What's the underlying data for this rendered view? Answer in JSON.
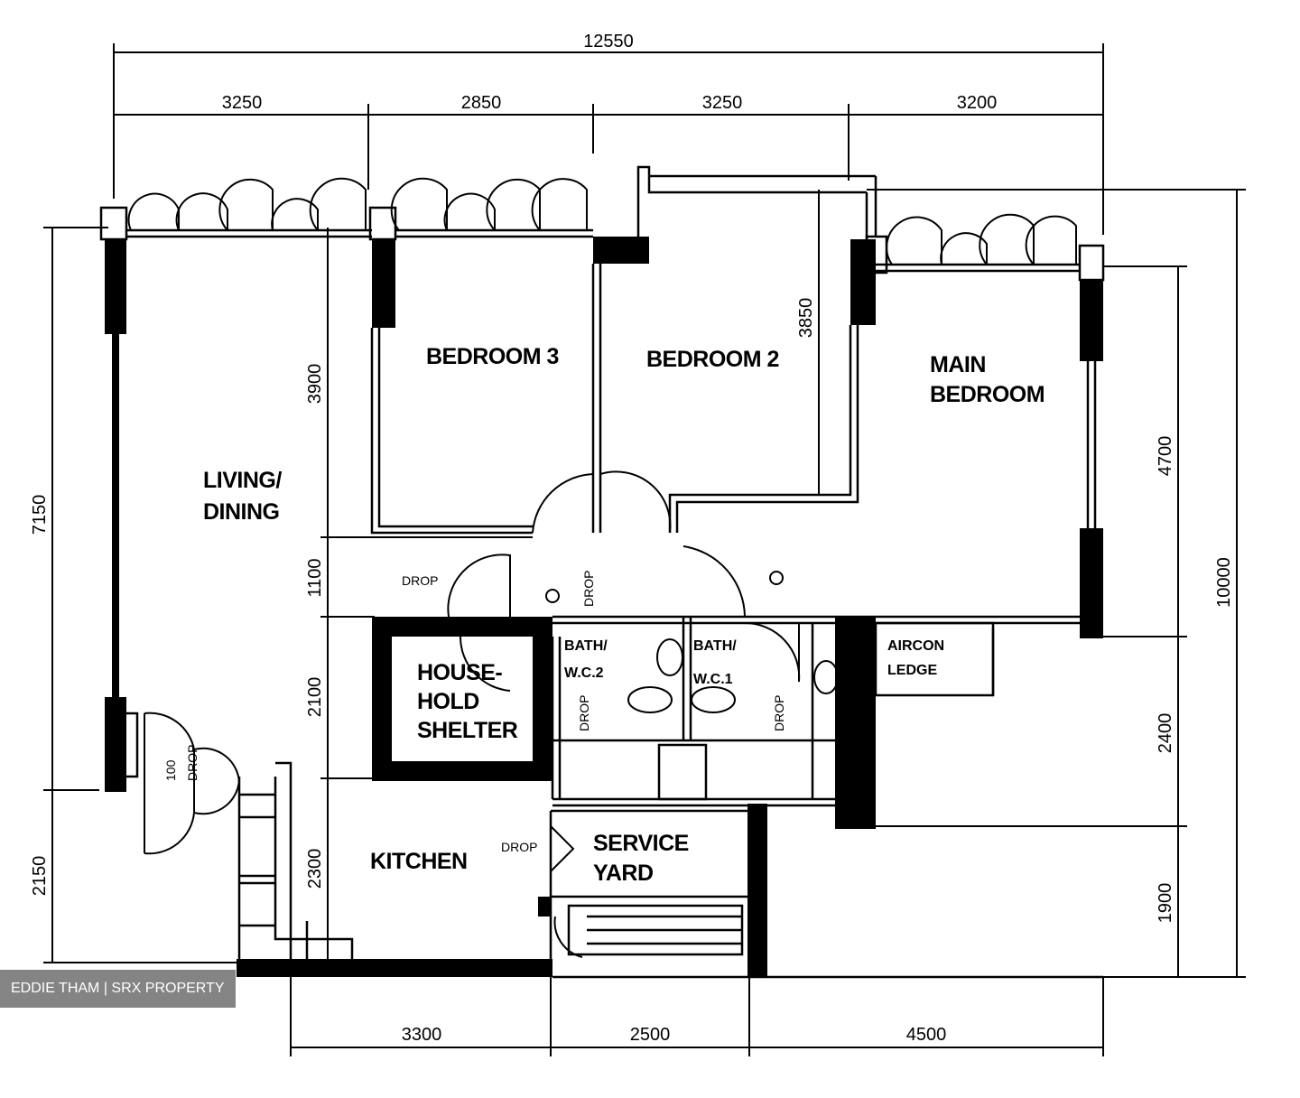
{
  "plan": {
    "dimensions": {
      "overall_width": "12550",
      "top_segments": [
        "3250",
        "2850",
        "3250",
        "3200"
      ],
      "bottom_segments": [
        "3300",
        "2500",
        "4500"
      ],
      "left_outer": "7150",
      "left_lower": "2150",
      "right_outer": "10000",
      "right_segments": [
        "4700",
        "2400",
        "1900"
      ],
      "bedroom2_depth": "3850",
      "inner_living": [
        "3900",
        "1100",
        "2100",
        "2300"
      ],
      "door_100": "100"
    },
    "rooms": {
      "living_dining": [
        "LIVING/",
        "DINING"
      ],
      "bedroom3": "BEDROOM 3",
      "bedroom2": "BEDROOM 2",
      "main_bedroom": [
        "MAIN",
        "BEDROOM"
      ],
      "household_shelter": [
        "HOUSE-",
        "HOLD",
        "SHELTER"
      ],
      "bath_wc2": [
        "BATH/",
        "W.C.2"
      ],
      "bath_wc1": [
        "BATH/",
        "W.C.1"
      ],
      "aircon_ledge": [
        "AIRCON",
        "LEDGE"
      ],
      "kitchen": "KITCHEN",
      "service_yard": [
        "SERVICE",
        "YARD"
      ]
    },
    "labels": {
      "drop": "DROP",
      "drop_100": "100"
    }
  },
  "watermark": "EDDIE THAM | SRX PROPERTY"
}
